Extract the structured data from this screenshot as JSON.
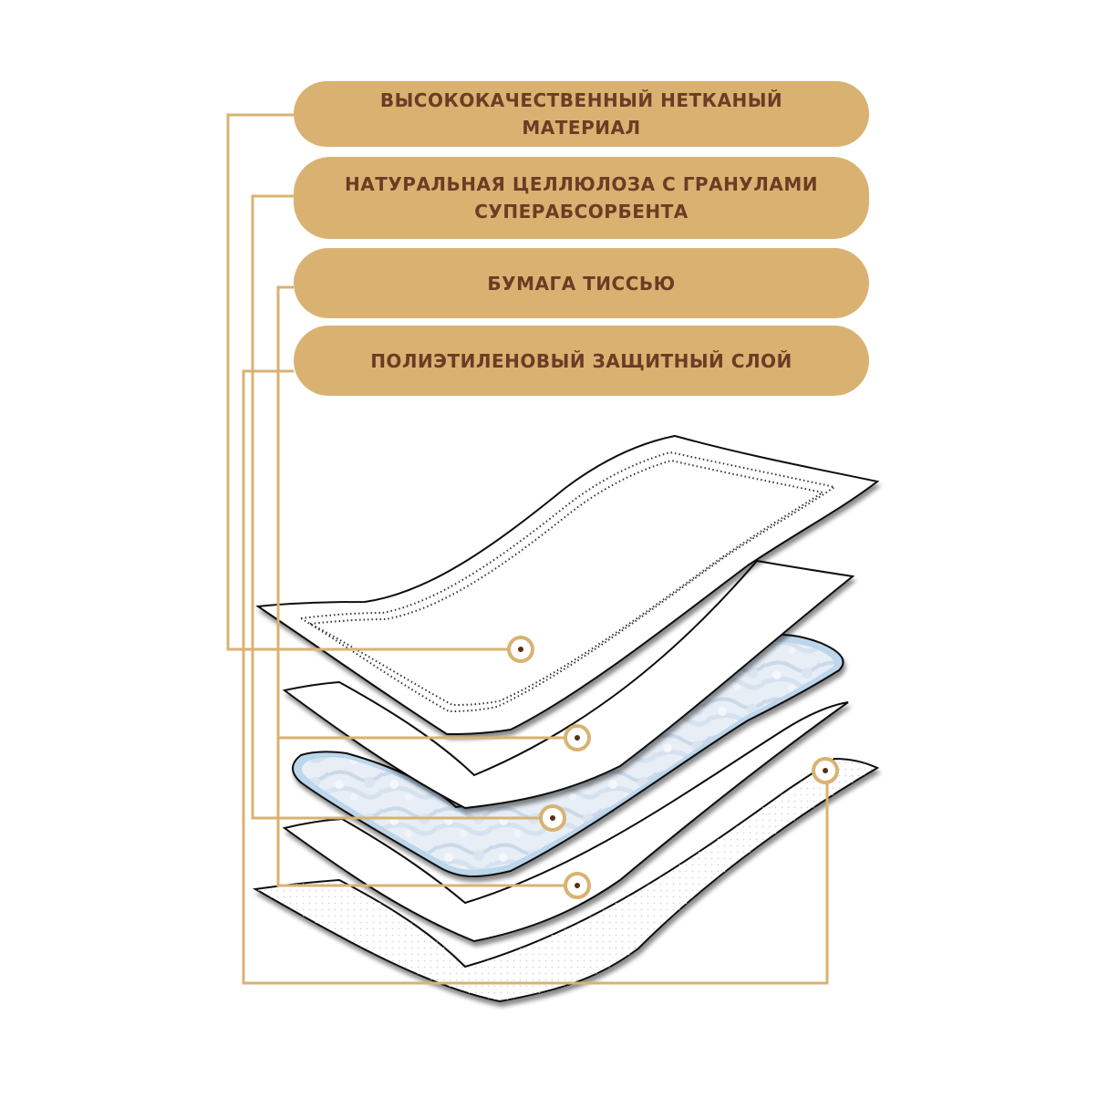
{
  "colors": {
    "pill_background": "#d9b272",
    "pill_text": "#6a3d24",
    "connector_line": "#d9b272",
    "marker_center": "#5a2e1a",
    "sheet_outline": "#111111",
    "absorbent_edge": "#b9d3ea"
  },
  "labels": [
    {
      "text": "ВЫСОКОКАЧЕСТВЕННЫЙ НЕТКАНЫЙ МАТЕРИАЛ"
    },
    {
      "text": "НАТУРАЛЬНАЯ ЦЕЛЛЮЛОЗА С ГРАНУЛАМИ СУПЕРАБСОРБЕНТА"
    },
    {
      "text": "БУМАГА ТИССЬЮ"
    },
    {
      "text": "ПОЛИЭТИЛЕНОВЫЙ ЗАЩИТНЫЙ СЛОЙ"
    }
  ],
  "icons": {
    "marker": "layer-marker-icon"
  }
}
